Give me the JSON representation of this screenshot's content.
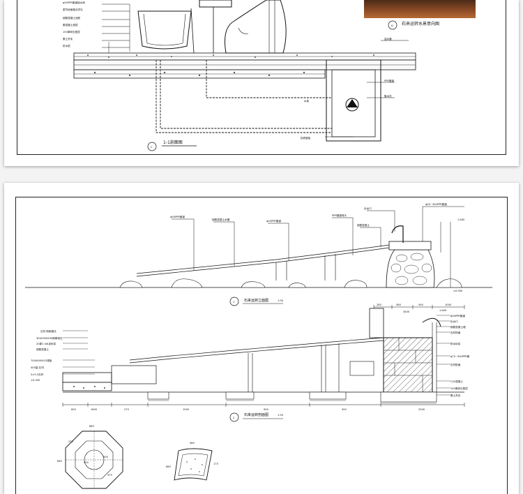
{
  "sheet1": {
    "section_title": "1-1剖面图",
    "section_marker": "C",
    "photo_caption": "石来运转水景意向图",
    "photo_marker": "D",
    "callouts_left": [
      "φ50PPR管道接水阀",
      "泵坑地面做法详见",
      "钢筋混凝土池底",
      "素混凝土垫层",
      "150厚碎石垫层",
      "素土夯实",
      "防水层"
    ],
    "callouts_right": [
      "溢水管",
      "PPR管道",
      "水泵",
      "集水坑",
      "检修盖板"
    ]
  },
  "sheet2": {
    "elevation_marker": "1",
    "elevation_title": "石来运转立面图",
    "elevation_scale": "1:50",
    "section_marker": "2",
    "section_title": "石来运转剖面图",
    "section_scale": "1:50",
    "dims_bottom": [
      "600",
      "1800",
      "275",
      "1500",
      "900",
      "450",
      "2500"
    ],
    "dims_top": [
      "280",
      "580",
      "540",
      "1000",
      "3400"
    ],
    "octagon_dims": [
      "685",
      "275",
      "500",
      "950",
      "665",
      "375"
    ],
    "fan_dims": [
      "480",
      "680",
      "175"
    ]
  }
}
